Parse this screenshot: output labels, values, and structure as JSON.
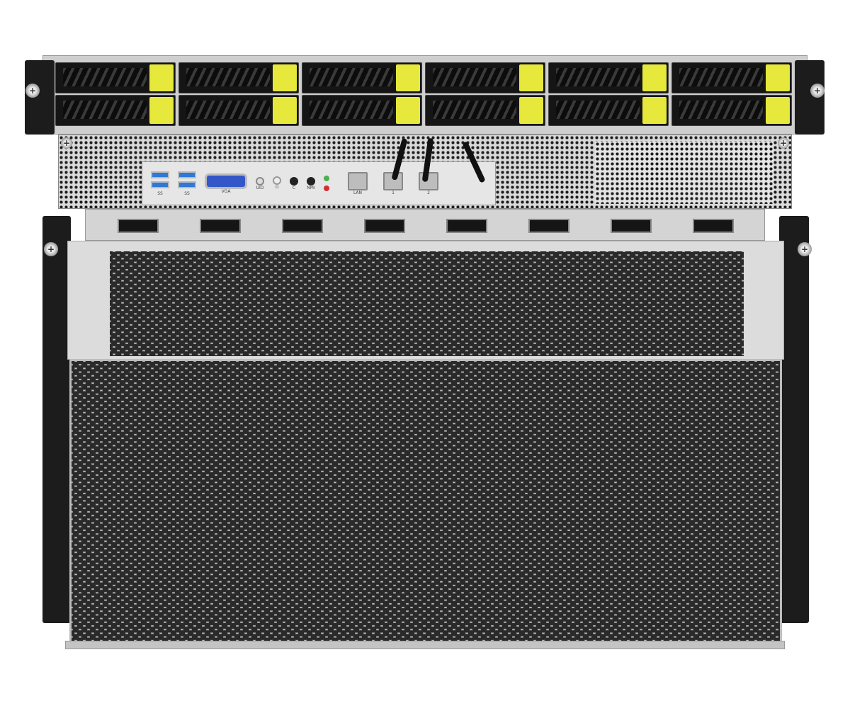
{
  "product": {
    "drive_bays": {
      "rows": 2,
      "columns": 6,
      "tab_color": "#e6e83c"
    },
    "io_panel": {
      "usb_labels": [
        "SS",
        "SS"
      ],
      "vga_label": "VGA",
      "button_labels": [
        "UID",
        "⏻",
        "C",
        "NMI"
      ],
      "led_colors": [
        "#4caf50",
        "#d32f2f"
      ],
      "lan_labels": [
        "LAN",
        "1",
        "2"
      ]
    },
    "front_ports": 8
  }
}
